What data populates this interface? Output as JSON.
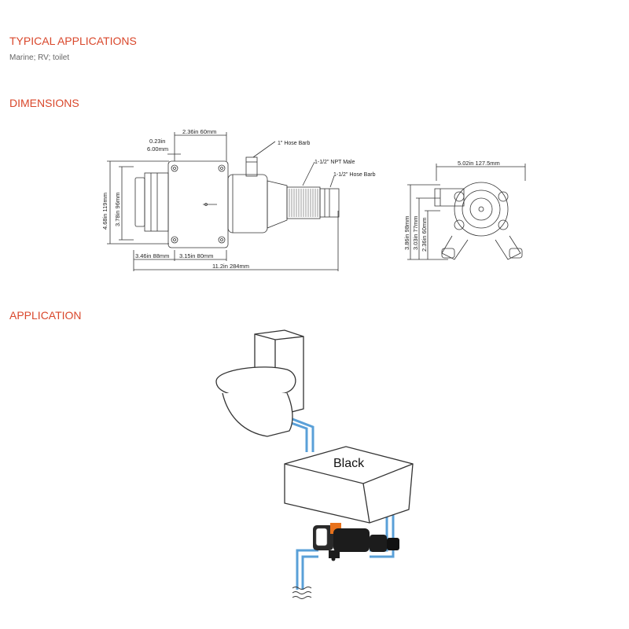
{
  "sections": {
    "typical": {
      "title": "TYPICAL APPLICATIONS",
      "text": "Marine; RV; toilet"
    },
    "dimensions": {
      "title": "DIMENSIONS"
    },
    "application": {
      "title": "APPLICATION"
    }
  },
  "dimensions": {
    "top_width": "2.36in 60mm",
    "hole_in": "0.23in",
    "hole_mm": "6.00mm",
    "hose_barb_1": "1\" Hose Barb",
    "npt_male": "1-1/2\" NPT Male",
    "hose_barb_2": "1-1/2\" Hose Barb",
    "height_outer": "4.68in 119mm",
    "height_inner": "3.78in 96mm",
    "left_base": "3.46in 88mm",
    "mid_base": "3.15in 80mm",
    "total_length": "11.2in 284mm",
    "side_width": "5.02in 127.5mm",
    "side_h1": "3.86in 98mm",
    "side_h2": "3.03in 77mm",
    "side_h3": "2.36in 60mm"
  },
  "application": {
    "tank_label": "Black"
  },
  "colors": {
    "accent": "#d9472b",
    "pipe": "#5aa0d8",
    "pump_orange": "#e8721c"
  }
}
